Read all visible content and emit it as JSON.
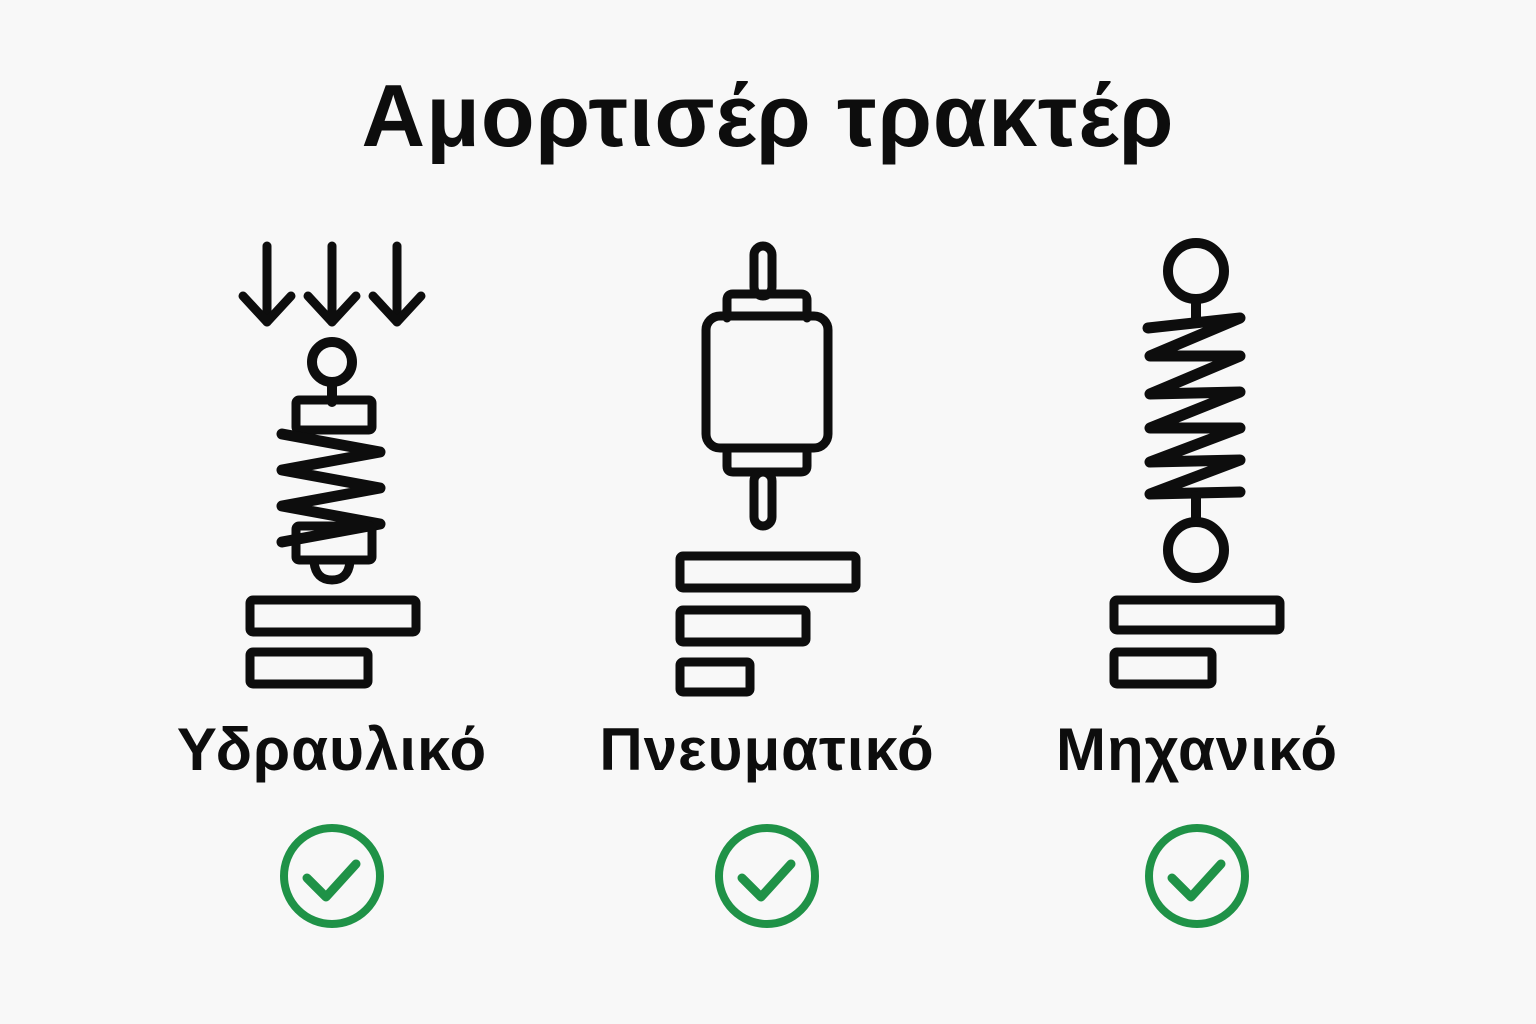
{
  "title": "Αμορτισέρ τρακτέρ",
  "colors": {
    "ink": "#0d0d0d",
    "check": "#1f9247",
    "background": "#f8f8f8"
  },
  "items": [
    {
      "label": "Υδραυλικό",
      "icon": "hydraulic-shock-absorber-icon",
      "status_icon": "check-circle-icon"
    },
    {
      "label": "Πνευματικό",
      "icon": "pneumatic-shock-absorber-icon",
      "status_icon": "check-circle-icon"
    },
    {
      "label": "Μηχανικό",
      "icon": "mechanical-shock-absorber-icon",
      "status_icon": "check-circle-icon"
    }
  ]
}
